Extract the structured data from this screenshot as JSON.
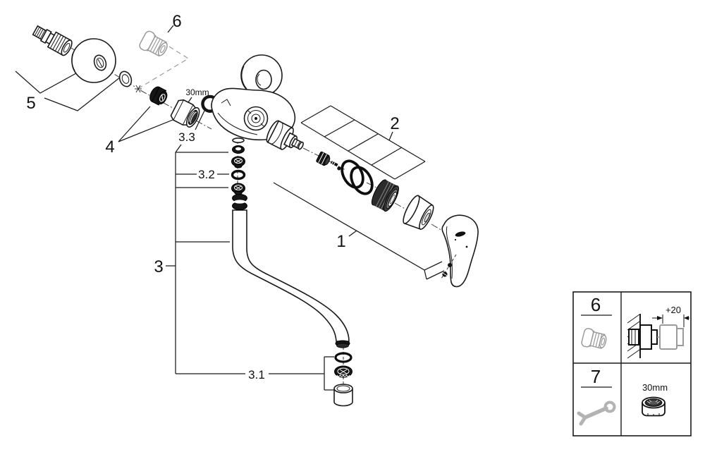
{
  "diagram": {
    "labels": {
      "p1": "1",
      "p2": "2",
      "p3": "3",
      "p31": "3.1",
      "p32": "3.2",
      "p33": "3.3",
      "p4": "4",
      "p5": "5",
      "p6": "6",
      "nut_size": "30mm"
    },
    "legend": {
      "row1_ref": "6",
      "row1_dim": "+20",
      "row2_ref": "7",
      "row2_size": "30mm"
    },
    "colors": {
      "line": "#1a1a1a",
      "accessory_gray": "#9a9a9a"
    }
  }
}
